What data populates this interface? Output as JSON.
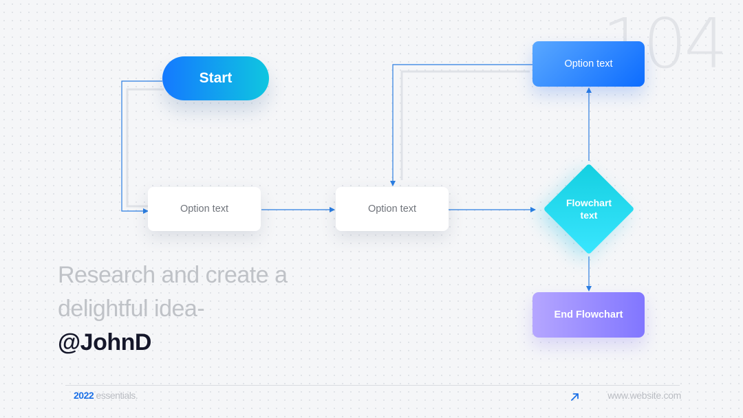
{
  "page_number": "104",
  "nodes": {
    "start": "Start",
    "option_1": "Option text",
    "option_2": "Option text",
    "option_top": "Option text",
    "decision": "Flowchart text",
    "end": "End Flowchart"
  },
  "headline": {
    "line_1": "Research and create a",
    "line_2": "delightful idea-",
    "handle": "@JohnD"
  },
  "footer": {
    "year": "2022",
    "brand_word": "essentials.",
    "url": "www.website.com",
    "arrow_icon": "arrow-up-right-icon"
  },
  "colors": {
    "accent_blue": "#1479ff",
    "connector": "#2a7de1",
    "end_purple": "#8176ff",
    "decision_cyan": "#14cfe0"
  }
}
